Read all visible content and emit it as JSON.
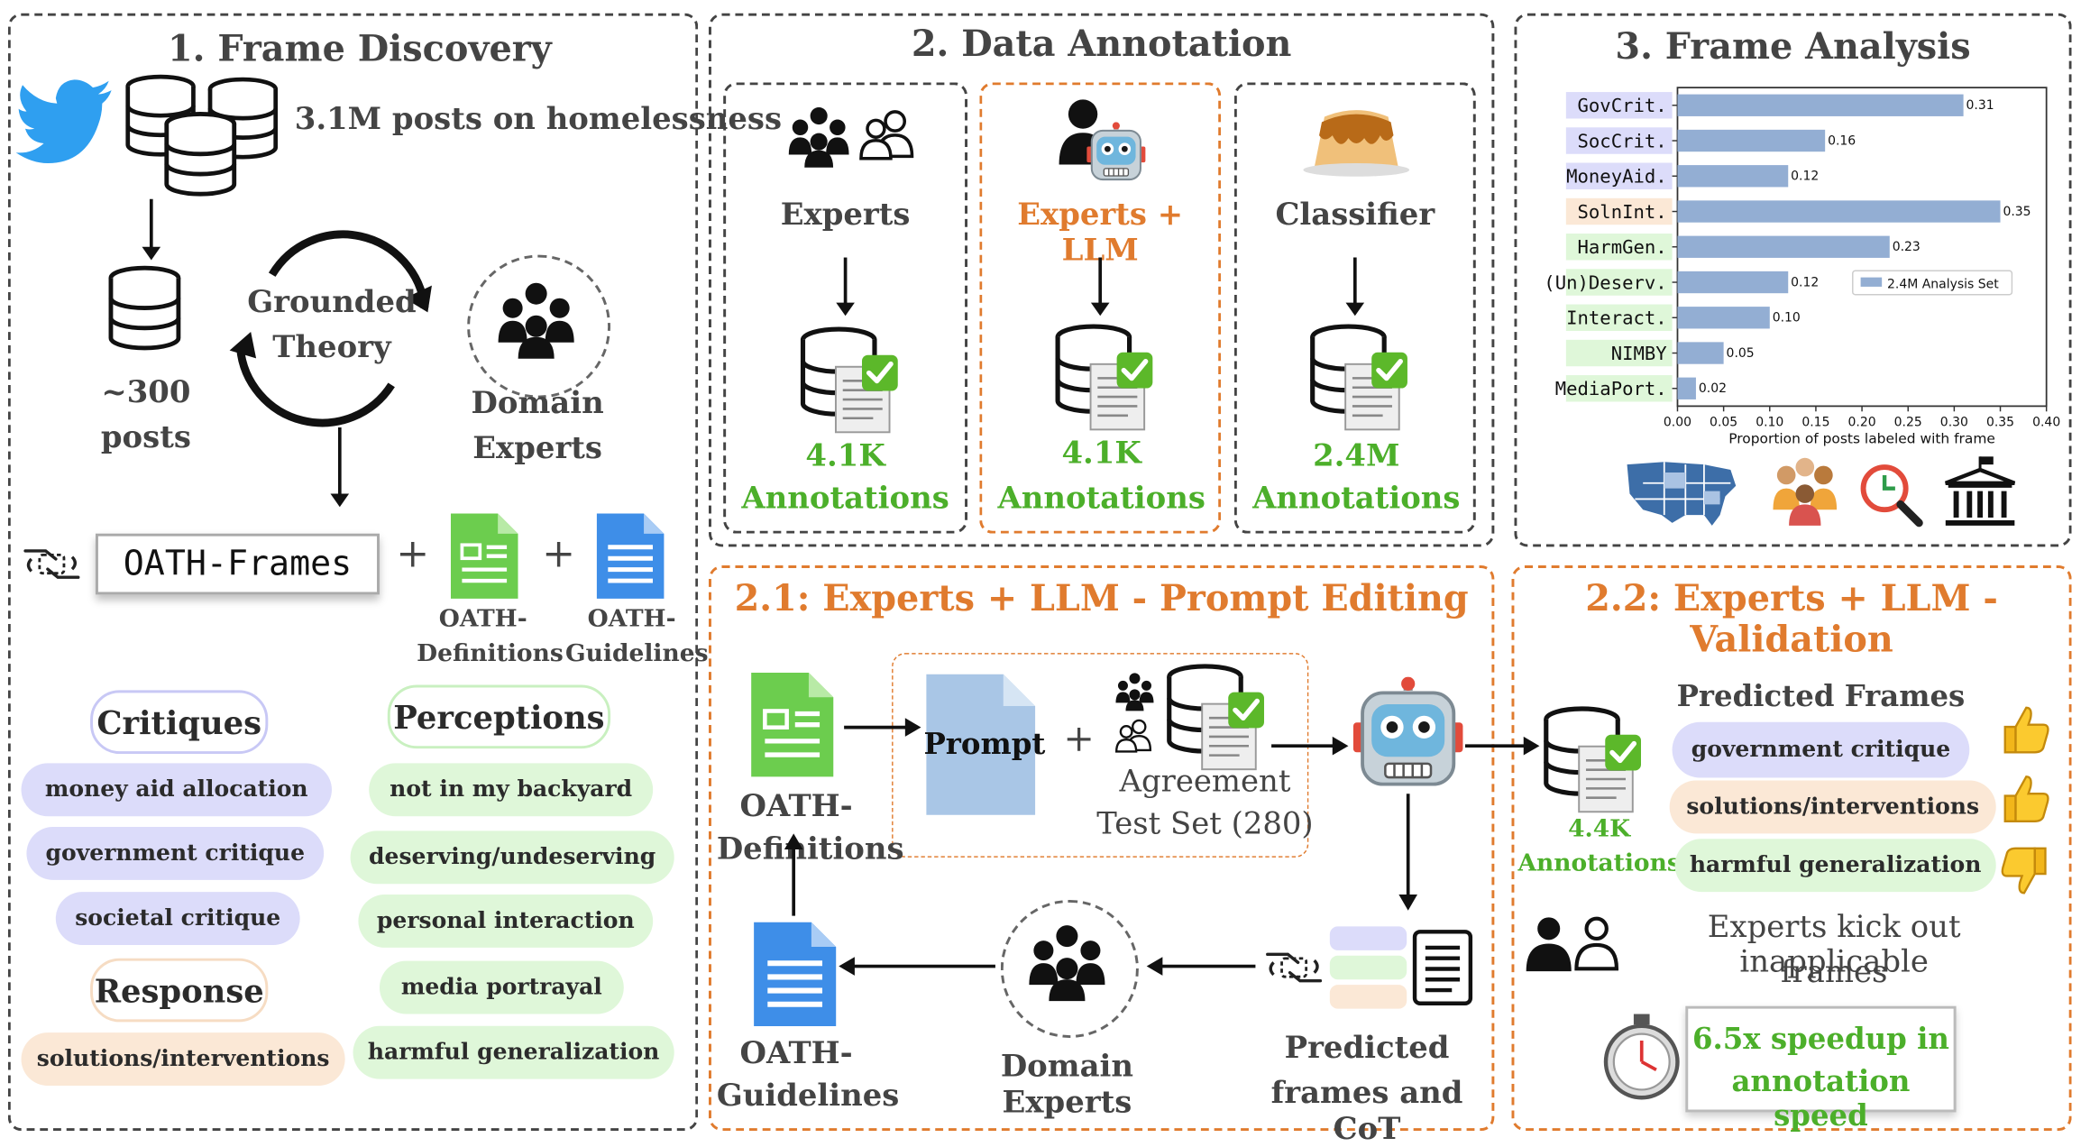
{
  "panel1": {
    "title": "1. Frame Discovery",
    "posts_label": "3.1M posts on homelessness",
    "sample_line1": "~300",
    "sample_line2": "posts",
    "theory_line1": "Grounded",
    "theory_line2": "Theory",
    "experts_line1": "Domain",
    "experts_line2": "Experts",
    "frames_box": "OATH-Frames",
    "plus": "+",
    "definitions_line1": "OATH-",
    "definitions_line2": "Definitions",
    "guidelines_line1": "OATH-",
    "guidelines_line2": "Guidelines",
    "categories": {
      "critiques": "Critiques",
      "perceptions": "Perceptions",
      "response": "Response"
    },
    "critiques_items": [
      "money aid allocation",
      "government critique",
      "societal critique"
    ],
    "perceptions_items": [
      "not in my backyard",
      "deserving/undeserving",
      "personal interaction",
      "media portrayal",
      "harmful generalization"
    ],
    "response_items": [
      "solutions/interventions"
    ]
  },
  "panel2": {
    "title": "2. Data Annotation",
    "columns": [
      {
        "label": "Experts",
        "count": "4.1K",
        "unit": "Annotations"
      },
      {
        "label": "Experts + LLM",
        "count": "4.1K",
        "unit": "Annotations"
      },
      {
        "label": "Classifier",
        "count": "2.4M",
        "unit": "Annotations"
      }
    ]
  },
  "panel3": {
    "title": "3. Frame Analysis"
  },
  "chart_data": {
    "type": "bar",
    "orientation": "horizontal",
    "categories": [
      "GovCrit.",
      "SocCrit.",
      "MoneyAid.",
      "SolnInt.",
      "HarmGen.",
      "(Un)Deserv.",
      "Interact.",
      "NIMBY",
      "MediaPort."
    ],
    "values": [
      0.31,
      0.16,
      0.12,
      0.35,
      0.23,
      0.12,
      0.1,
      0.05,
      0.02
    ],
    "value_labels": [
      "0.31",
      "0.16",
      "0.12",
      "0.35",
      "0.23",
      "0.12",
      "0.10",
      "0.05",
      "0.02"
    ],
    "category_colors": [
      "#dcdcfa",
      "#dcdcfa",
      "#dcdcfa",
      "#fbe8d6",
      "#dff7d9",
      "#dff7d9",
      "#dff7d9",
      "#dff7d9",
      "#dff7d9"
    ],
    "xlim": [
      0,
      0.4
    ],
    "xticks": [
      "0.00",
      "0.05",
      "0.10",
      "0.15",
      "0.20",
      "0.25",
      "0.30",
      "0.35",
      "0.40"
    ],
    "xlabel": "Proportion of posts labeled with frame",
    "legend": "2.4M Analysis Set",
    "legend_position": "right",
    "bar_color": "#93aed3",
    "grid": false
  },
  "panel21": {
    "title": "2.1: Experts + LLM - Prompt Editing",
    "definitions_line1": "OATH-",
    "definitions_line2": "Definitions",
    "prompt": "Prompt",
    "plus": "+",
    "testset_line1": "Agreement",
    "testset_line2": "Test Set (280)",
    "guidelines_line1": "OATH-",
    "guidelines_line2": "Guidelines",
    "domain_experts": "Domain Experts",
    "predicted_line1": "Predicted",
    "predicted_line2": "frames and CoT"
  },
  "panel22": {
    "title": "2.2: Experts + LLM - Validation",
    "count": "4.4K",
    "unit": "Annotations",
    "predicted_heading": "Predicted Frames",
    "frames": [
      "government critique",
      "solutions/interventions",
      "harmful generalization"
    ],
    "kick_line1": "Experts kick out inapplicable",
    "kick_line2": "frames",
    "speed_line1": "6.5x speedup in",
    "speed_line2": "annotation speed"
  },
  "colors": {
    "orange": "#e07b2e",
    "green_text": "#4caf2a",
    "purple": "#dcdcfa",
    "mint": "#dff7d9",
    "peach": "#fbe8d6",
    "bar": "#93aed3"
  }
}
